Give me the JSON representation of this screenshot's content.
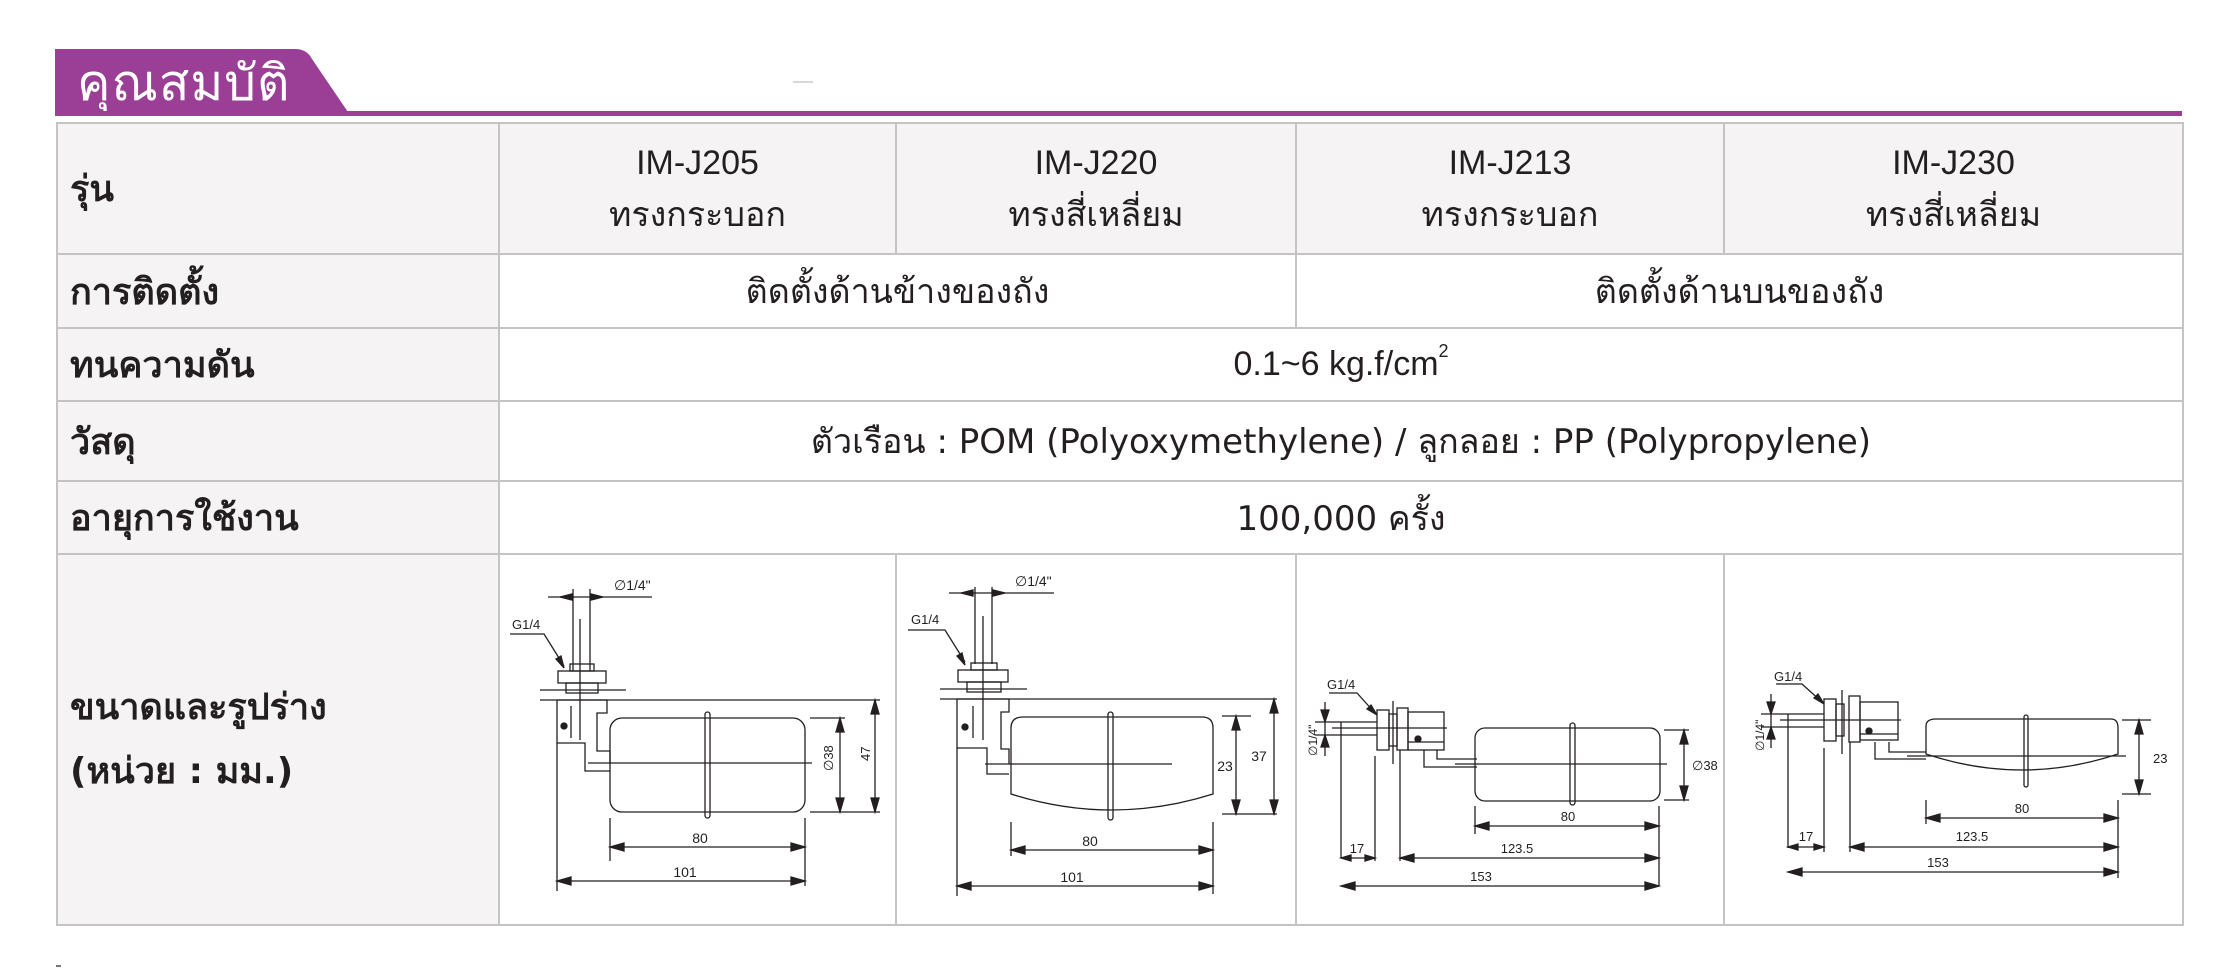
{
  "header": {
    "title": "คุณสมบัติ",
    "accent_color": "#9b3f96"
  },
  "table": {
    "rows": {
      "model": {
        "label": "รุ่น",
        "columns": [
          {
            "model": "IM-J205",
            "shape": "ทรงกระบอก"
          },
          {
            "model": "IM-J220",
            "shape": "ทรงสี่เหลี่ยม"
          },
          {
            "model": "IM-J213",
            "shape": "ทรงกระบอก"
          },
          {
            "model": "IM-J230",
            "shape": "ทรงสี่เหลี่ยม"
          }
        ]
      },
      "installation": {
        "label": "การติดตั้ง",
        "side": "ติดตั้งด้านข้างของถัง",
        "top": "ติดตั้งด้านบนของถัง"
      },
      "pressure": {
        "label": "ทนความดัน",
        "value": "0.1~6 kg.f/cm",
        "superscript": "2"
      },
      "material": {
        "label": "วัสดุ",
        "value": "ตัวเรือน : POM (Polyoxymethylene) / ลูกลอย : PP (Polypropylene)"
      },
      "lifespan": {
        "label": "อายุการใช้งาน",
        "value": "100,000 ครั้ง"
      },
      "dimensions": {
        "label_line1": "ขนาดและรูปร่าง",
        "label_line2": "(หน่วย : มม.)",
        "drawings": [
          {
            "model": "IM-J205",
            "thread": "G1/4",
            "rod_dia": "∅1/4\"",
            "float_dia": "∅38",
            "height": "47",
            "float_len": "80",
            "total_len": "101"
          },
          {
            "model": "IM-J220",
            "thread": "G1/4",
            "rod_dia": "∅1/4\"",
            "float_h": "23",
            "height": "37",
            "float_len": "80",
            "total_len": "101"
          },
          {
            "model": "IM-J213",
            "thread": "G1/4",
            "rod_dia": "∅1/4\"",
            "float_dia": "∅38",
            "offset": "17",
            "float_len": "80",
            "mid_len": "123.5",
            "total_len": "153"
          },
          {
            "model": "IM-J230",
            "thread": "G1/4",
            "rod_dia": "∅1/4\"",
            "float_h": "23",
            "offset": "17",
            "float_len": "80",
            "mid_len": "123.5",
            "total_len": "153"
          }
        ]
      }
    }
  }
}
